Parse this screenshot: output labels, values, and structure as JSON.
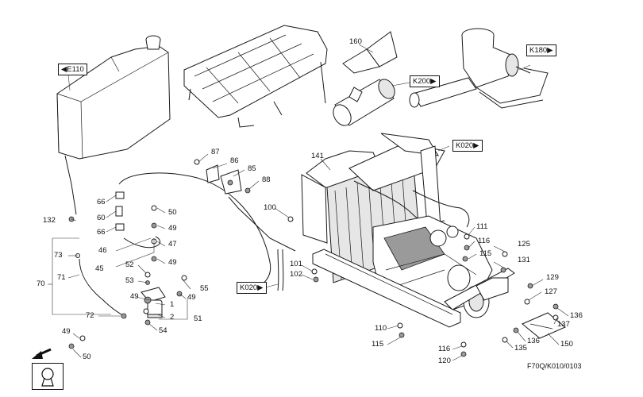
{
  "references": {
    "e110": "◀E110",
    "k200": "K200▶",
    "k180": "K180▶",
    "k020_top": "K020▶",
    "k020_left": "K020▶"
  },
  "part_numbers": {
    "p160": "160",
    "p141": "141",
    "p87": "87",
    "p86": "86",
    "p85": "85",
    "p88": "88",
    "p66a": "66",
    "p60": "60",
    "p66b": "66",
    "p50a": "50",
    "p49a": "49",
    "p47": "47",
    "p46": "46",
    "p45": "45",
    "p49b": "49",
    "p132": "132",
    "p73": "73",
    "p71": "71",
    "p70": "70",
    "p52": "52",
    "p53": "53",
    "p49c": "49",
    "p55": "55",
    "p49d": "49",
    "p1": "1",
    "p72": "72",
    "p2": "2",
    "p51": "51",
    "p54": "54",
    "p49e": "49",
    "p50b": "50",
    "p100": "100",
    "p101": "101",
    "p102": "102",
    "p111": "111",
    "p116a": "116",
    "p115a": "115",
    "p125": "125",
    "p131": "131",
    "p129": "129",
    "p127": "127",
    "p136a": "136",
    "p137": "137",
    "p136b": "136",
    "p135": "135",
    "p150": "150",
    "p110": "110",
    "p115b": "115",
    "p116b": "116",
    "p120": "120"
  },
  "footer": {
    "drawing_code": "F70Q/K010/0103"
  },
  "icons": {
    "arrow": "front-direction-arrow-icon",
    "watermark": "keyhole-symbol-icon"
  }
}
